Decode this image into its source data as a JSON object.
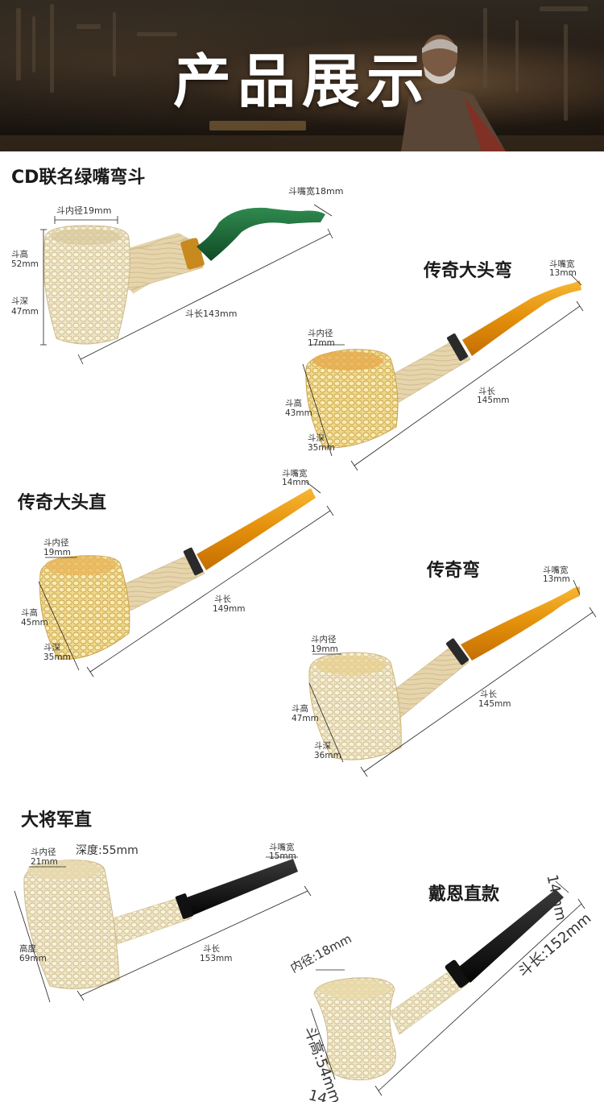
{
  "banner": {
    "title": "产品展示"
  },
  "products": [
    {
      "name": "CD联名绿嘴弯斗",
      "dims": {
        "mouth_width": "斗嘴宽18mm",
        "inner_diameter": "斗内径19mm",
        "height_label": "斗高",
        "height_value": "52mm",
        "depth_label": "斗深",
        "depth_value": "47mm",
        "length": "斗长143mm"
      }
    },
    {
      "name": "传奇大头弯",
      "dims": {
        "mouth_width_label": "斗嘴宽",
        "mouth_width_value": "13mm",
        "inner_diameter_label": "斗内径",
        "inner_diameter_value": "17mm",
        "height_label": "斗高",
        "height_value": "43mm",
        "depth_label": "斗深",
        "depth_value": "35mm",
        "length_label": "斗长",
        "length_value": "145mm"
      }
    },
    {
      "name": "传奇大头直",
      "dims": {
        "mouth_width_label": "斗嘴宽",
        "mouth_width_value": "14mm",
        "inner_diameter_label": "斗内径",
        "inner_diameter_value": "19mm",
        "height_label": "斗高",
        "height_value": "45mm",
        "depth_label": "斗深",
        "depth_value": "35mm",
        "length_label": "斗长",
        "length_value": "149mm"
      }
    },
    {
      "name": "传奇弯",
      "dims": {
        "mouth_width_label": "斗嘴宽",
        "mouth_width_value": "13mm",
        "inner_diameter_label": "斗内径",
        "inner_diameter_value": "19mm",
        "height_label": "斗高",
        "height_value": "47mm",
        "depth_label": "斗深",
        "depth_value": "36mm",
        "length_label": "斗长",
        "length_value": "145mm"
      }
    },
    {
      "name": "大将军直",
      "dims": {
        "inner_diameter_label": "斗内径",
        "inner_diameter_value": "21mm",
        "depth": "深度:55mm",
        "mouth_width_label": "斗嘴宽",
        "mouth_width_value": "15mm",
        "height_label": "高度",
        "height_value": "69mm",
        "length_label": "斗长",
        "length_value": "153mm"
      }
    },
    {
      "name": "戴恩直款",
      "dims": {
        "mouth_width": "14mm",
        "inner_diameter": "内径:18mm",
        "length": "斗长:152mm",
        "height": "斗高:54mm",
        "bottom_fragment": "14"
      }
    }
  ],
  "colors": {
    "corn": "#eadfb8",
    "corn_dark": "#cbb884",
    "amber": "#e39a16",
    "green": "#1f6b3a",
    "black": "#111111",
    "wood": "#e2cfa6"
  }
}
